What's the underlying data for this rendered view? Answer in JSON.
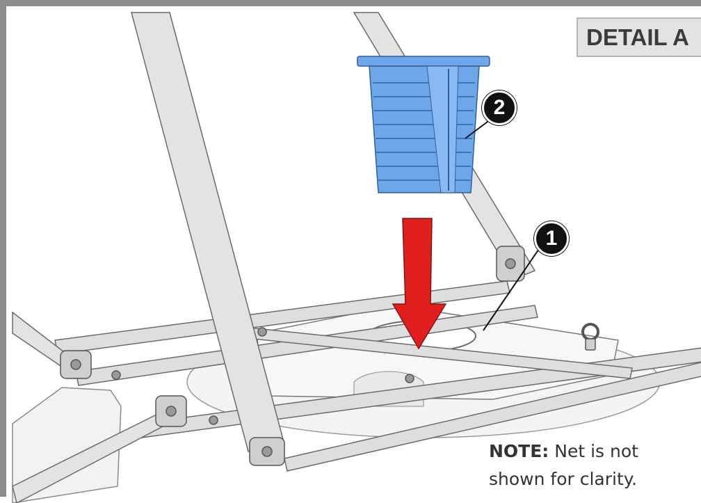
{
  "detail": {
    "label": "DETAIL A"
  },
  "callouts": [
    {
      "number": "1",
      "part": "cross bar plate"
    },
    {
      "number": "2",
      "part": "blue sleeve"
    }
  ],
  "note": {
    "label": "NOTE:",
    "line1_rest": " Net is not",
    "line2": "shown for clarity."
  },
  "colors": {
    "part_highlight": "#6ea6ea",
    "arrow": "#e01f1f",
    "frame": "#8c8c8c",
    "tab_bg": "#e3e3e3"
  }
}
